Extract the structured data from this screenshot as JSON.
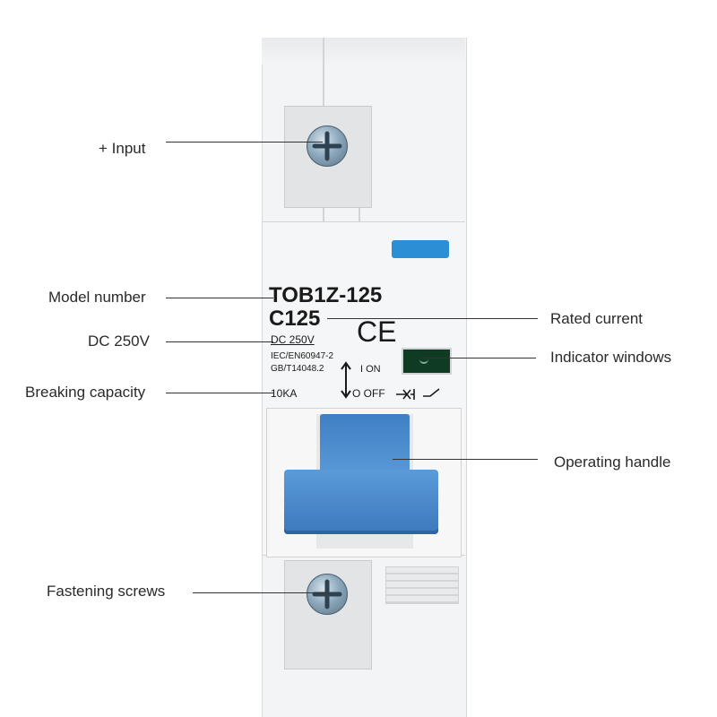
{
  "callouts": {
    "input": "+ Input",
    "model_number": "Model number",
    "dc_voltage": "DC 250V",
    "breaking_capacity": "Breaking capacity",
    "fastening_screws": "Fastening screws",
    "rated_current": "Rated current",
    "indicator_windows": "Indicator windows",
    "operating_handle": "Operating handle"
  },
  "device": {
    "model": "TOB1Z-125",
    "rating": "C125",
    "voltage": "DC 250V",
    "standard_1": "IEC/EN60947-2",
    "standard_2": "GB/T14048.2",
    "capacity": "10KA",
    "on_label": "I ON",
    "off_label": "O OFF",
    "ce_mark": "CE"
  },
  "colors": {
    "handle": "#4a8bd0",
    "marker": "#2c8fd6",
    "indicator": "#0f3b22"
  }
}
